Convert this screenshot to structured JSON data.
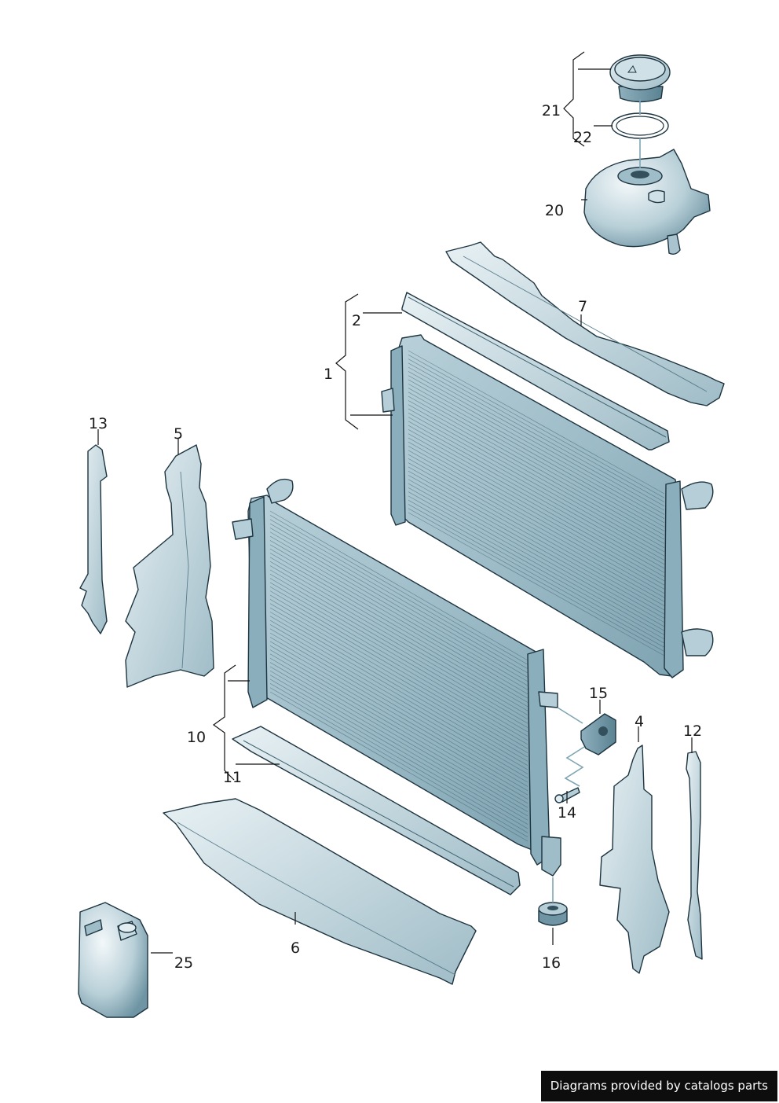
{
  "diagram": {
    "callouts": [
      "1",
      "2",
      "4",
      "5",
      "6",
      "7",
      "10",
      "11",
      "12",
      "13",
      "14",
      "15",
      "16",
      "20",
      "21",
      "22",
      "25"
    ]
  },
  "footer": {
    "credit": "Diagrams provided by catalogs parts"
  },
  "colors": {
    "part_light": "#d9e8ed",
    "part_mid": "#a8c4cf",
    "part_dark": "#5f8797",
    "outline": "#1d3440",
    "credit_bg": "#0d0d0d"
  }
}
